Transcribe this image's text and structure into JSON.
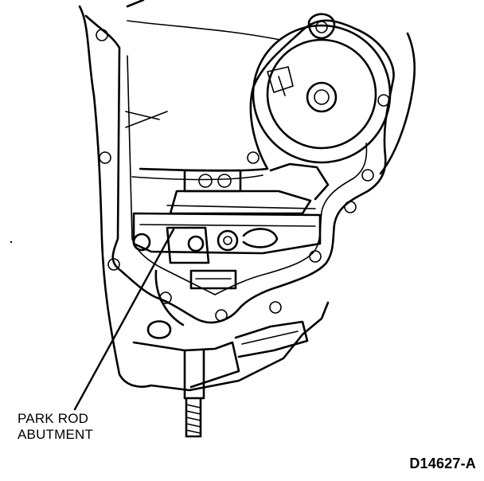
{
  "callout": {
    "line1": "PARK ROD",
    "line2": "ABUTMENT"
  },
  "figure_id": "D14627-A"
}
